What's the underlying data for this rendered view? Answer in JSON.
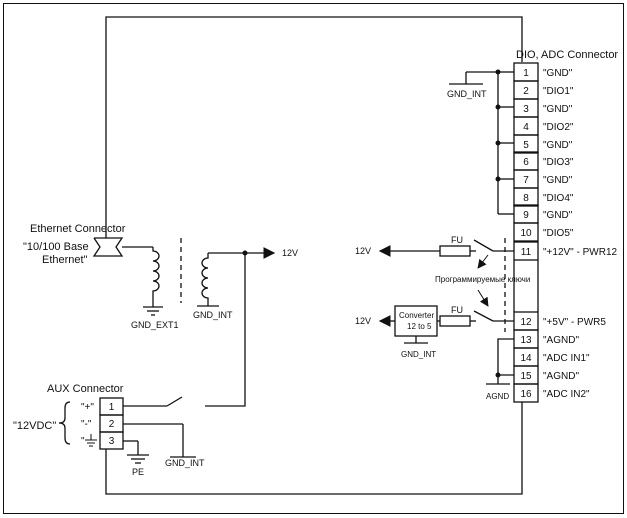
{
  "dio_header": "DIO, ADC Connector",
  "pins": [
    {
      "num": "1",
      "label": "\"GND\""
    },
    {
      "num": "2",
      "label": "\"DIO1\""
    },
    {
      "num": "3",
      "label": "\"GND\""
    },
    {
      "num": "4",
      "label": "\"DIO2\""
    },
    {
      "num": "5",
      "label": "\"GND\""
    },
    {
      "num": "6",
      "label": "\"DIO3\""
    },
    {
      "num": "7",
      "label": "\"GND\""
    },
    {
      "num": "8",
      "label": "\"DIO4\""
    },
    {
      "num": "9",
      "label": "\"GND\""
    },
    {
      "num": "10",
      "label": "\"DIO5\""
    },
    {
      "num": "11",
      "label": "\"+12V\" - PWR12"
    },
    {
      "num": "12",
      "label": "\"+5V\" - PWR5"
    },
    {
      "num": "13",
      "label": "\"AGND\""
    },
    {
      "num": "14",
      "label": "\"ADC IN1\""
    },
    {
      "num": "15",
      "label": "\"AGND\""
    },
    {
      "num": "16",
      "label": "\"ADC IN2\""
    }
  ],
  "gnd_int_top": "GND_INT",
  "eth_title": "Ethernet Connector",
  "eth_name_1": "\"10/100 Base",
  "eth_name_2": "Ethernet\"",
  "gnd_ext1": "GND_EXT1",
  "gnd_int_eth": "GND_INT",
  "v12_eth": "12V",
  "v12_fu": "12V",
  "fu_1": "FU",
  "prog_keys": "Программируемые ключи",
  "v12_conv": "12V",
  "converter_1": "Converter",
  "converter_2": "12 to 5",
  "gnd_int_conv": "GND_INT",
  "fu_2": "FU",
  "agnd": "AGND",
  "aux_title": "AUX Connector",
  "aux_power": "\"12VDC\"",
  "aux_pins": [
    {
      "num": "1",
      "label": "\"+\""
    },
    {
      "num": "2",
      "label": "\"-\""
    },
    {
      "num": "3",
      "label": "\""
    }
  ],
  "pe": "PE",
  "gnd_int_aux": "GND_INT"
}
